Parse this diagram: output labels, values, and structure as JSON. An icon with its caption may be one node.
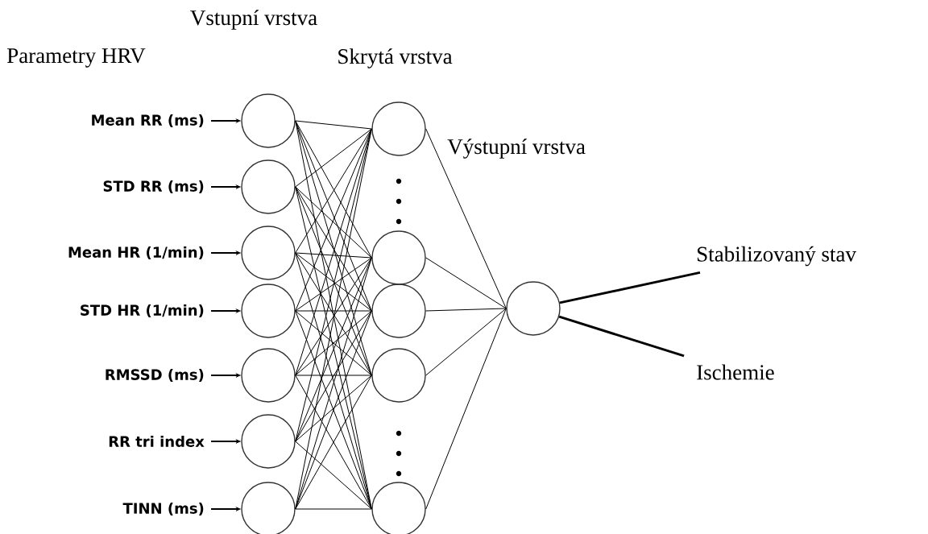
{
  "diagram": {
    "nodes": [
      {
        "text": [
          "Mean RR (ms)"
        ]
      },
      {
        "text": [
          "STD RR (ms)"
        ]
      },
      {
        "text": [
          "Mean HR (1/min)"
        ]
      },
      {
        "text": [
          "STD HR (1/min)"
        ]
      },
      {
        "text": [
          "RMSSD (ms)"
        ]
      },
      {
        "text": [
          "RR tri index"
        ]
      },
      {
        "text": [
          "TINN (ms)"
        ]
      },
      {
        "text": [],
        "shape": "circle"
      },
      {
        "text": [],
        "shape": "circle"
      },
      {
        "text": [],
        "shape": "circle"
      },
      {
        "text": [],
        "shape": "circle"
      },
      {
        "text": [],
        "shape": "circle"
      },
      {
        "text": [],
        "shape": "circle"
      },
      {
        "text": [],
        "shape": "circle"
      },
      {
        "text": [],
        "shape": "circle"
      },
      {
        "text": [],
        "shape": "circle"
      },
      {
        "text": [],
        "shape": "circle"
      },
      {
        "text": [],
        "shape": "circle"
      },
      {
        "text": [],
        "shape": "circle"
      },
      {
        "text": [],
        "shape": "circle"
      },
      {
        "text": [
          "Stabilizovaný stav"
        ]
      },
      {
        "text": [
          "Ischemie"
        ]
      }
    ],
    "edges": [
      {
        "from": 0,
        "to": 7,
        "arrow": "to"
      },
      {
        "from": 1,
        "to": 8,
        "arrow": "to"
      },
      {
        "from": 2,
        "to": 9,
        "arrow": "to"
      },
      {
        "from": 3,
        "to": 10,
        "arrow": "to"
      },
      {
        "from": 4,
        "to": 11,
        "arrow": "to"
      },
      {
        "from": 5,
        "to": 12,
        "arrow": "to"
      },
      {
        "from": 6,
        "to": 13,
        "arrow": "to"
      },
      {
        "from": 7,
        "to": 14,
        "arrow": "none"
      },
      {
        "from": 7,
        "to": 15,
        "arrow": "none"
      },
      {
        "from": 7,
        "to": 16,
        "arrow": "none"
      },
      {
        "from": 7,
        "to": 17,
        "arrow": "none"
      },
      {
        "from": 7,
        "to": 18,
        "arrow": "none"
      },
      {
        "from": 8,
        "to": 14,
        "arrow": "none"
      },
      {
        "from": 8,
        "to": 15,
        "arrow": "none"
      },
      {
        "from": 8,
        "to": 16,
        "arrow": "none"
      },
      {
        "from": 8,
        "to": 17,
        "arrow": "none"
      },
      {
        "from": 8,
        "to": 18,
        "arrow": "none"
      },
      {
        "from": 9,
        "to": 14,
        "arrow": "none"
      },
      {
        "from": 9,
        "to": 15,
        "arrow": "none"
      },
      {
        "from": 9,
        "to": 16,
        "arrow": "none"
      },
      {
        "from": 9,
        "to": 17,
        "arrow": "none"
      },
      {
        "from": 9,
        "to": 18,
        "arrow": "none"
      },
      {
        "from": 10,
        "to": 14,
        "arrow": "none"
      },
      {
        "from": 10,
        "to": 15,
        "arrow": "none"
      },
      {
        "from": 10,
        "to": 16,
        "arrow": "none"
      },
      {
        "from": 10,
        "to": 17,
        "arrow": "none"
      },
      {
        "from": 10,
        "to": 18,
        "arrow": "none"
      },
      {
        "from": 11,
        "to": 14,
        "arrow": "none"
      },
      {
        "from": 11,
        "to": 15,
        "arrow": "none"
      },
      {
        "from": 11,
        "to": 16,
        "arrow": "none"
      },
      {
        "from": 11,
        "to": 17,
        "arrow": "none"
      },
      {
        "from": 11,
        "to": 18,
        "arrow": "none"
      },
      {
        "from": 12,
        "to": 14,
        "arrow": "none"
      },
      {
        "from": 12,
        "to": 15,
        "arrow": "none"
      },
      {
        "from": 12,
        "to": 16,
        "arrow": "none"
      },
      {
        "from": 12,
        "to": 17,
        "arrow": "none"
      },
      {
        "from": 12,
        "to": 18,
        "arrow": "none"
      },
      {
        "from": 13,
        "to": 14,
        "arrow": "none"
      },
      {
        "from": 13,
        "to": 15,
        "arrow": "none"
      },
      {
        "from": 13,
        "to": 16,
        "arrow": "none"
      },
      {
        "from": 13,
        "to": 17,
        "arrow": "none"
      },
      {
        "from": 13,
        "to": 18,
        "arrow": "none"
      },
      {
        "from": 14,
        "to": 19,
        "arrow": "none"
      },
      {
        "from": 15,
        "to": 19,
        "arrow": "none"
      },
      {
        "from": 16,
        "to": 19,
        "arrow": "none"
      },
      {
        "from": 17,
        "to": 19,
        "arrow": "none"
      },
      {
        "from": 18,
        "to": 19,
        "arrow": "none"
      },
      {
        "from": 19,
        "to": 20,
        "arrow": "none",
        "style": "thick"
      },
      {
        "from": 19,
        "to": 21,
        "arrow": "none",
        "style": "thick"
      }
    ],
    "labels": [
      "Vstupní vrstva",
      "Parametry HRV",
      "Skrytá vrstva",
      "Výstupní vrstva"
    ]
  }
}
